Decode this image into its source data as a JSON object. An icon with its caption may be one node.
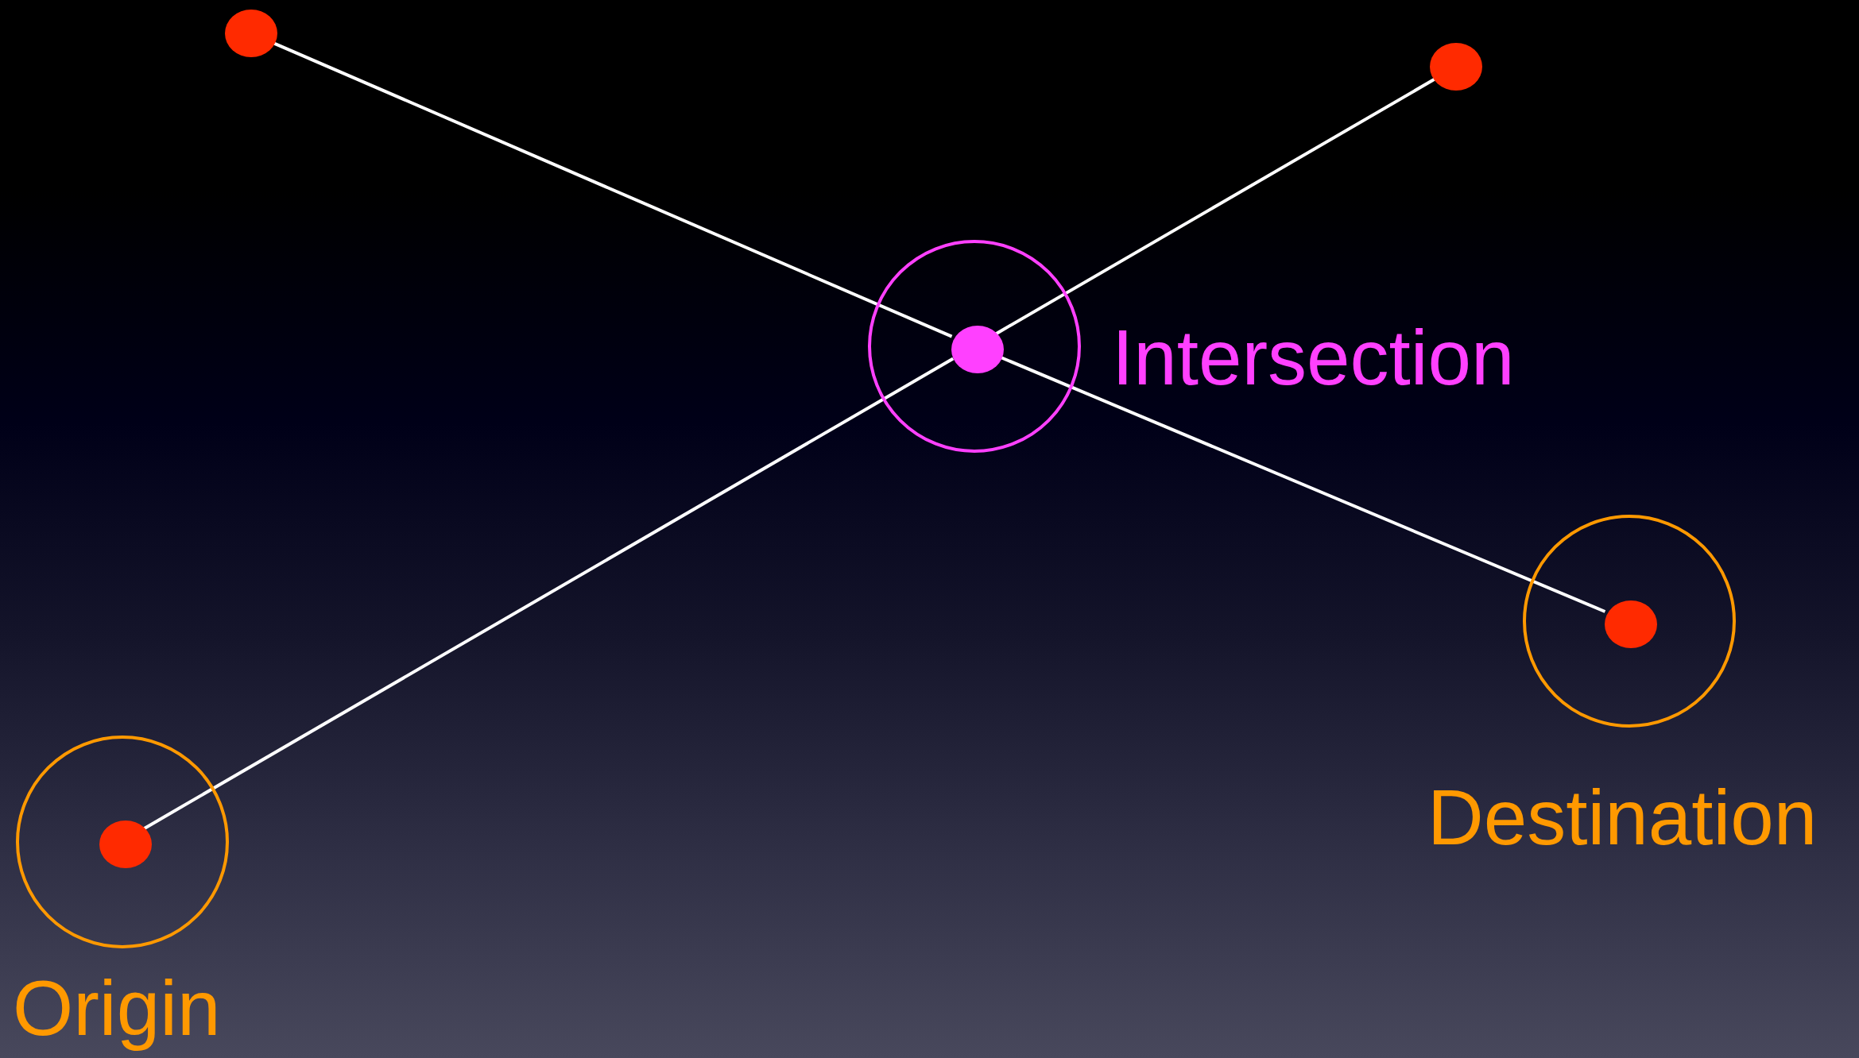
{
  "diagram": {
    "nodes": [
      {
        "text": [],
        "shape": "circle"
      },
      {
        "text": [],
        "shape": "circle"
      },
      {
        "text": [
          "Intersection"
        ]
      },
      {
        "text": [],
        "shape": "circle",
        "in": 2
      },
      {
        "text": [
          "Destination"
        ]
      },
      {
        "text": [],
        "shape": "circle",
        "in": 4
      },
      {
        "text": [
          "Origin"
        ]
      },
      {
        "text": [],
        "shape": "circle",
        "in": 6
      }
    ],
    "edges": [
      {
        "from": 0,
        "to": 3,
        "arrow": "none"
      },
      {
        "from": 3,
        "to": 5,
        "arrow": "none"
      },
      {
        "from": 7,
        "to": 3,
        "arrow": "none"
      },
      {
        "from": 3,
        "to": 1,
        "arrow": "none"
      }
    ]
  }
}
